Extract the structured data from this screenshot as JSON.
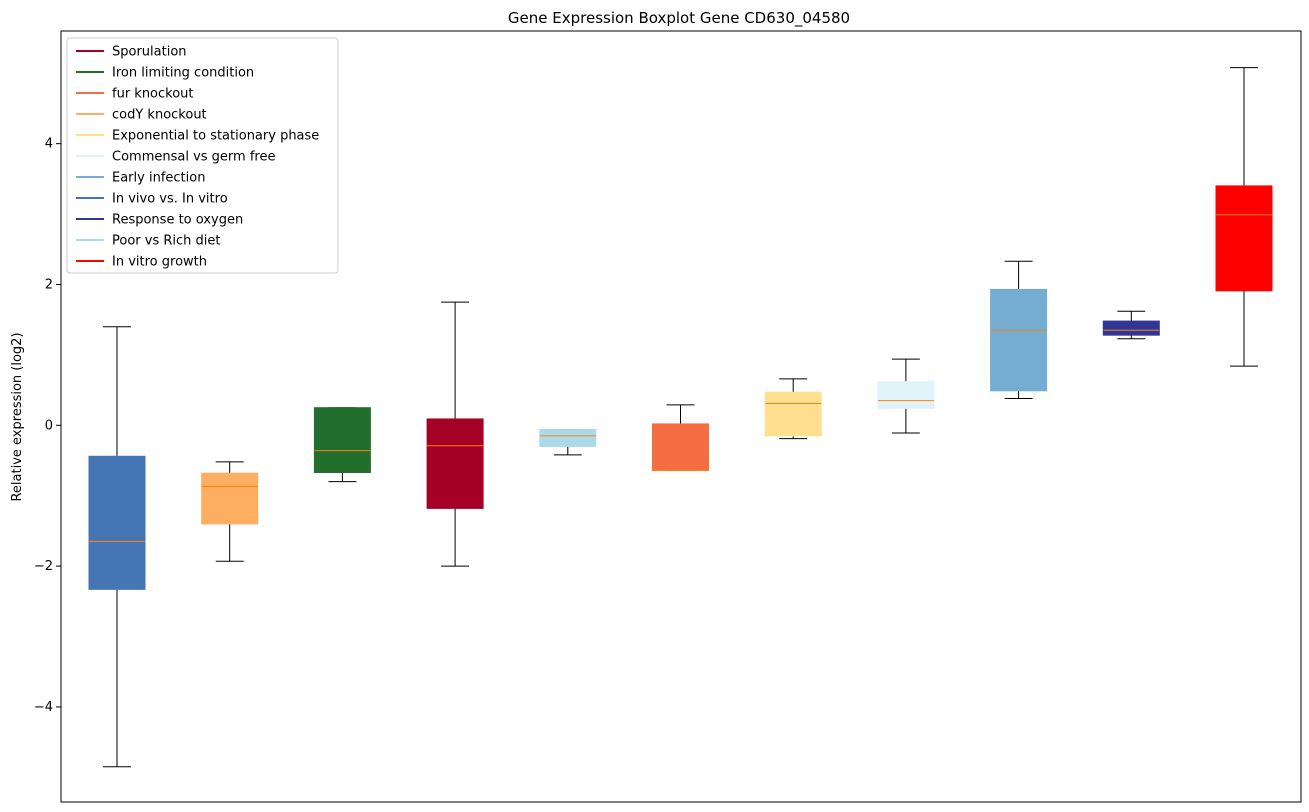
{
  "chart_data": {
    "type": "box",
    "title": "Gene Expression Boxplot Gene CD630_04580",
    "xlabel": "",
    "ylabel": "Relative expression (log2)",
    "ylim": [
      -5.35,
      5.6
    ],
    "yticks": [
      -4,
      -2,
      0,
      2,
      4
    ],
    "ytick_labels": [
      "−4",
      "−2",
      "0",
      "2",
      "4"
    ],
    "grid": false,
    "legend_position": "top-left",
    "median_color": "#ff7f0e",
    "legend": [
      {
        "label": "Sporulation",
        "color": "#a50026"
      },
      {
        "label": "Iron limiting condition",
        "color": "#226e2d"
      },
      {
        "label": "fur knockout",
        "color": "#f46d43"
      },
      {
        "label": "codY knockout",
        "color": "#fdae61"
      },
      {
        "label": "Exponential to stationary phase",
        "color": "#fee090"
      },
      {
        "label": "Commensal vs germ free",
        "color": "#e0f3f8"
      },
      {
        "label": "Early infection",
        "color": "#74add1"
      },
      {
        "label": "In vivo vs. In vitro",
        "color": "#4575b4"
      },
      {
        "label": "Response to oxygen",
        "color": "#313695"
      },
      {
        "label": "Poor vs Rich diet",
        "color": "#abd9e9"
      },
      {
        "label": "In vitro growth",
        "color": "#ff0000"
      }
    ],
    "boxes": [
      {
        "group": "In vivo vs. In vitro",
        "color": "#4575b4",
        "whisker_low": -4.85,
        "q1": -2.33,
        "median": -1.65,
        "q3": -0.44,
        "whisker_high": 1.4
      },
      {
        "group": "codY knockout",
        "color": "#fdae61",
        "whisker_low": -1.93,
        "q1": -1.4,
        "median": -0.87,
        "q3": -0.68,
        "whisker_high": -0.52
      },
      {
        "group": "Iron limiting condition",
        "color": "#226e2d",
        "whisker_low": -0.8,
        "q1": -0.67,
        "median": -0.36,
        "q3": 0.25,
        "whisker_high": 0.25
      },
      {
        "group": "Sporulation",
        "color": "#a50026",
        "whisker_low": -2.0,
        "q1": -1.18,
        "median": -0.29,
        "q3": 0.09,
        "whisker_high": 1.75
      },
      {
        "group": "Poor vs Rich diet",
        "color": "#abd9e9",
        "whisker_low": -0.42,
        "q1": -0.3,
        "median": -0.15,
        "q3": -0.06,
        "whisker_high": -0.06
      },
      {
        "group": "fur knockout",
        "color": "#f46d43",
        "whisker_low": -0.64,
        "q1": -0.64,
        "median": -0.64,
        "q3": 0.02,
        "whisker_high": 0.29
      },
      {
        "group": "Exponential to stationary phase",
        "color": "#fee090",
        "whisker_low": -0.19,
        "q1": -0.15,
        "median": 0.31,
        "q3": 0.47,
        "whisker_high": 0.66
      },
      {
        "group": "Commensal vs germ free",
        "color": "#e0f3f8",
        "whisker_low": -0.11,
        "q1": 0.24,
        "median": 0.35,
        "q3": 0.62,
        "whisker_high": 0.94
      },
      {
        "group": "Early infection",
        "color": "#74add1",
        "whisker_low": 0.38,
        "q1": 0.49,
        "median": 1.35,
        "q3": 1.93,
        "whisker_high": 2.33
      },
      {
        "group": "Response to oxygen",
        "color": "#313695",
        "whisker_low": 1.23,
        "q1": 1.28,
        "median": 1.35,
        "q3": 1.48,
        "whisker_high": 1.62
      },
      {
        "group": "In vitro growth",
        "color": "#ff0000",
        "whisker_low": 0.84,
        "q1": 1.91,
        "median": 2.99,
        "q3": 3.4,
        "whisker_high": 5.08
      }
    ]
  }
}
